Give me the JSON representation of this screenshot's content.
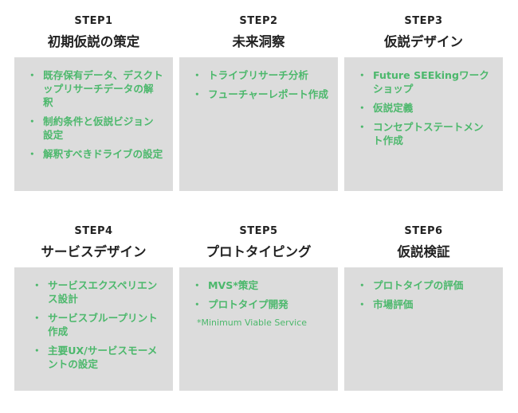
{
  "steps": [
    {
      "number": "STEP1",
      "title": "初期仮説の策定",
      "items": [
        "既存保有データ、デスクトップリサーチデータの解釈",
        "制約条件と仮説ビジョン設定",
        "解釈すべきドライブの設定"
      ]
    },
    {
      "number": "STEP2",
      "title": "未来洞察",
      "items": [
        "トライブリサーチ分析",
        "フューチャーレポート作成"
      ]
    },
    {
      "number": "STEP3",
      "title": "仮説デザイン",
      "items": [
        "Future SEEkingワークショップ",
        "仮説定義",
        "コンセプトステートメント作成"
      ]
    },
    {
      "number": "STEP4",
      "title": "サービスデザイン",
      "items": [
        "サービスエクスペリエンス設計",
        "サービスブループリント作成",
        "主要UX/サービスモーメントの設定"
      ]
    },
    {
      "number": "STEP5",
      "title": "プロトタイピング",
      "items": [
        "MVS*策定",
        "プロトタイプ開発"
      ],
      "note": "*Minimum Viable Service"
    },
    {
      "number": "STEP6",
      "title": "仮説検証",
      "items": [
        "プロトタイプの評価",
        "市場評価"
      ]
    }
  ],
  "colors": {
    "box_background": "#dcdcdc",
    "item_text": "#4cb86c",
    "heading_text": "#222222"
  }
}
